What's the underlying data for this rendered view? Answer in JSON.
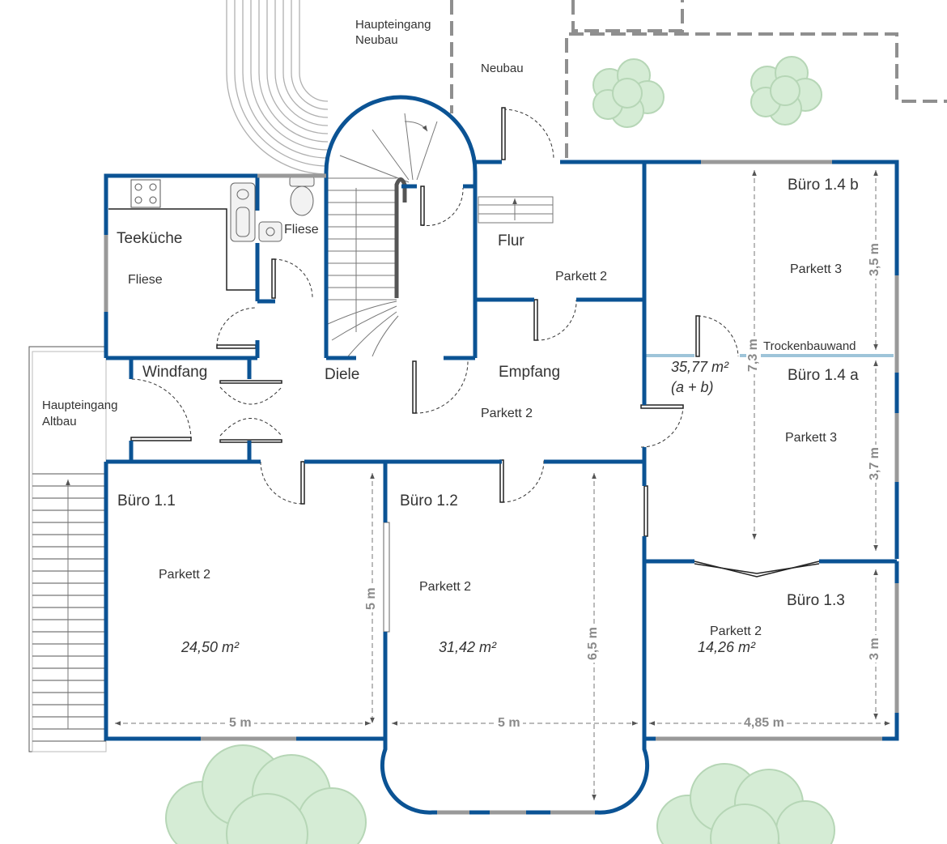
{
  "colors": {
    "wall": "#0b5394",
    "opening": "#999999",
    "light_wall": "#9ec4d9",
    "thin": "#333333",
    "dash": "#777777",
    "tree": "#cfe8cf"
  },
  "labels": {
    "haupteingang_neubau_1": "Haupteingang",
    "haupteingang_neubau_2": "Neubau",
    "neubau": "Neubau",
    "teekueche": "Teeküche",
    "teekueche_floor": "Fliese",
    "wc_floor": "Fliese",
    "flur": "Flur",
    "flur_floor": "Parkett 2",
    "windfang": "Windfang",
    "diele": "Diele",
    "empfang": "Empfang",
    "empfang_floor": "Parkett 2",
    "haupteingang_altbau_1": "Haupteingang",
    "haupteingang_altbau_2": "Altbau",
    "buero_11": "Büro 1.1",
    "buero_11_floor": "Parkett 2",
    "buero_11_area": "24,50 m²",
    "buero_12": "Büro 1.2",
    "buero_12_floor": "Parkett 2",
    "buero_12_area": "31,42 m²",
    "buero_13": "Büro 1.3",
    "buero_13_floor": "Parkett 2",
    "buero_13_area": "14,26 m²",
    "buero_14a": "Büro 1.4 a",
    "buero_14a_floor": "Parkett 3",
    "buero_14b": "Büro 1.4 b",
    "buero_14b_floor": "Parkett 3",
    "buero_14_area_1": "35,77 m²",
    "buero_14_area_2": "(a + b)",
    "trockenbauwand": "Trockenbauwand"
  },
  "dimensions": {
    "d11_width": "5 m",
    "d11_height": "5 m",
    "d12_width": "5 m",
    "d12_height": "6,5 m",
    "d13_width": "4,85 m",
    "d13_height": "3 m",
    "d14_total": "7,3 m",
    "d14a_height": "3,7 m",
    "d14b_height": "3,5 m"
  }
}
